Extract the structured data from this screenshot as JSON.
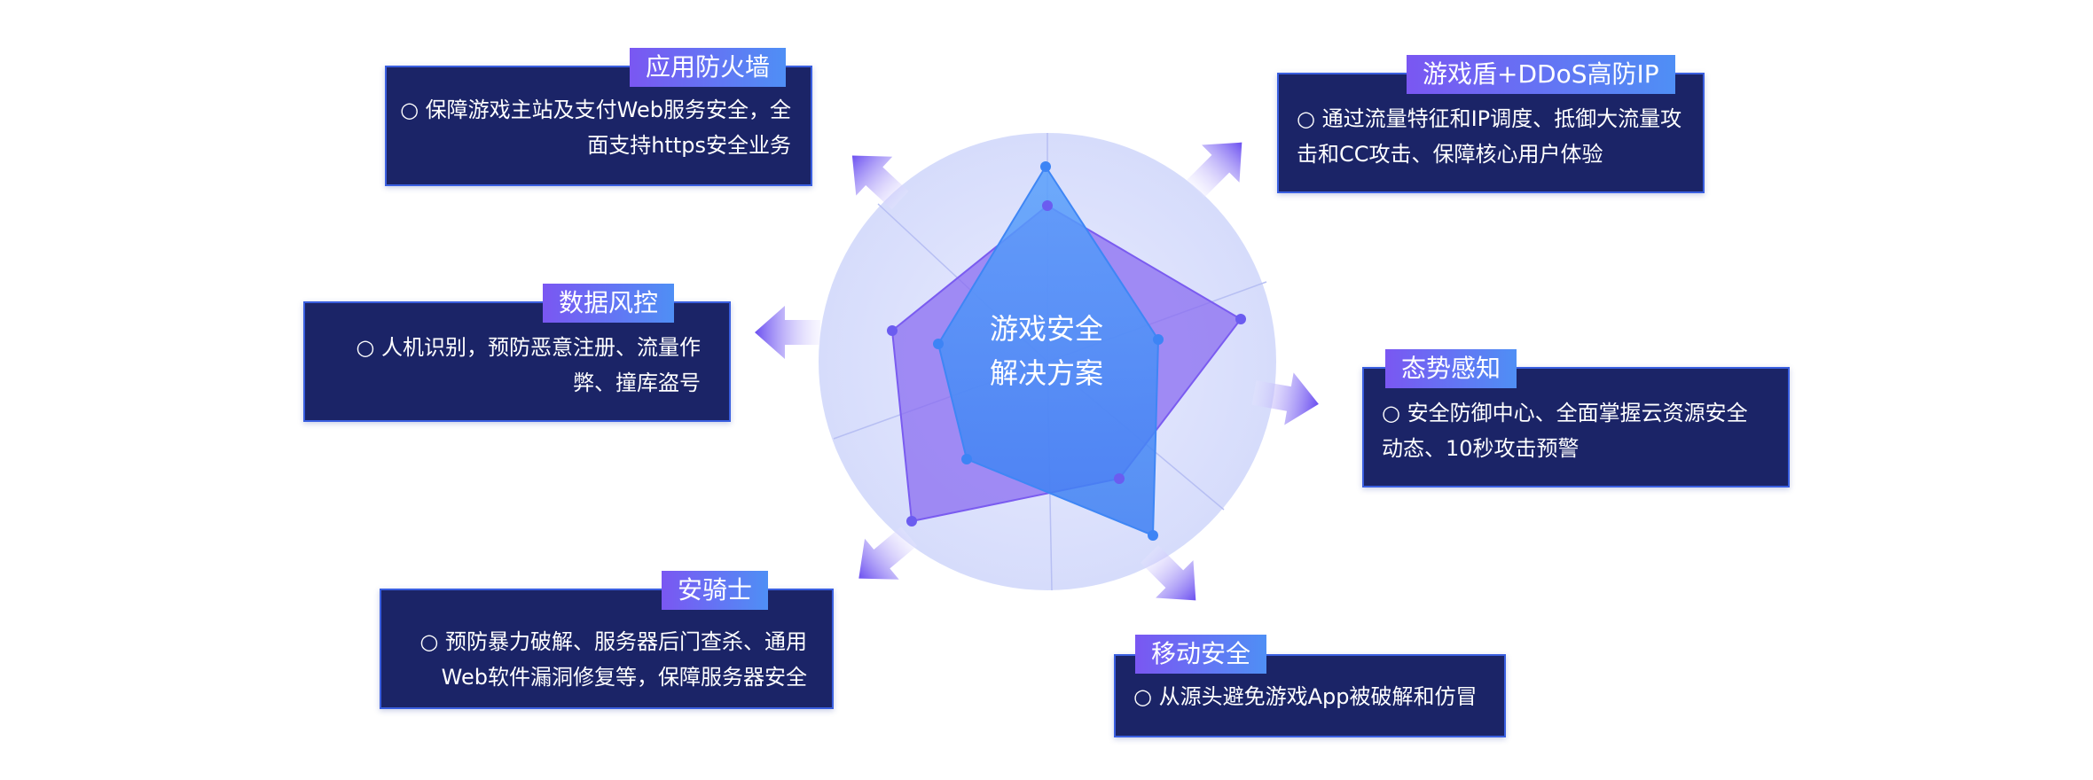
{
  "center": {
    "line1": "游戏安全",
    "line2": "解决方案"
  },
  "cards": {
    "firewall": {
      "title": "应用防火墙",
      "line1": "○ 保障游戏主站及支付Web服务安全，全",
      "line2": "面支持https安全业务"
    },
    "ddos": {
      "title": "游戏盾+DDoS高防IP",
      "line1": "○ 通过流量特征和IP调度、抵御大流量攻",
      "line2": "击和CC攻击、保障核心用户体验"
    },
    "risk": {
      "title": "数据风控",
      "line1": "○ 人机识别，预防恶意注册、流量作",
      "line2": "弊、撞库盗号"
    },
    "situation": {
      "title": "态势感知",
      "line1": "○   安全防御中心、全面掌握云资源安全",
      "line2": "动态、10秒攻击预警"
    },
    "anqishi": {
      "title": "安骑士",
      "line1": "○ 预防暴力破解、服务器后门查杀、通用",
      "line2": "Web软件漏洞修复等，保障服务器安全"
    },
    "mobile": {
      "title": "移动安全",
      "line1": "○ 从源头避免游戏App被破解和仿冒"
    }
  },
  "colors": {
    "card_bg": "#1b2467",
    "card_border": "#3a5fe0",
    "tag_gradient_start": "#7a57f2",
    "tag_gradient_end": "#4f8ff5",
    "circle_light": "#dfe5fb",
    "polygon_purple": "#8a6cf0",
    "polygon_blue": "#4a8cf4",
    "arrow": "#7f62ef"
  }
}
